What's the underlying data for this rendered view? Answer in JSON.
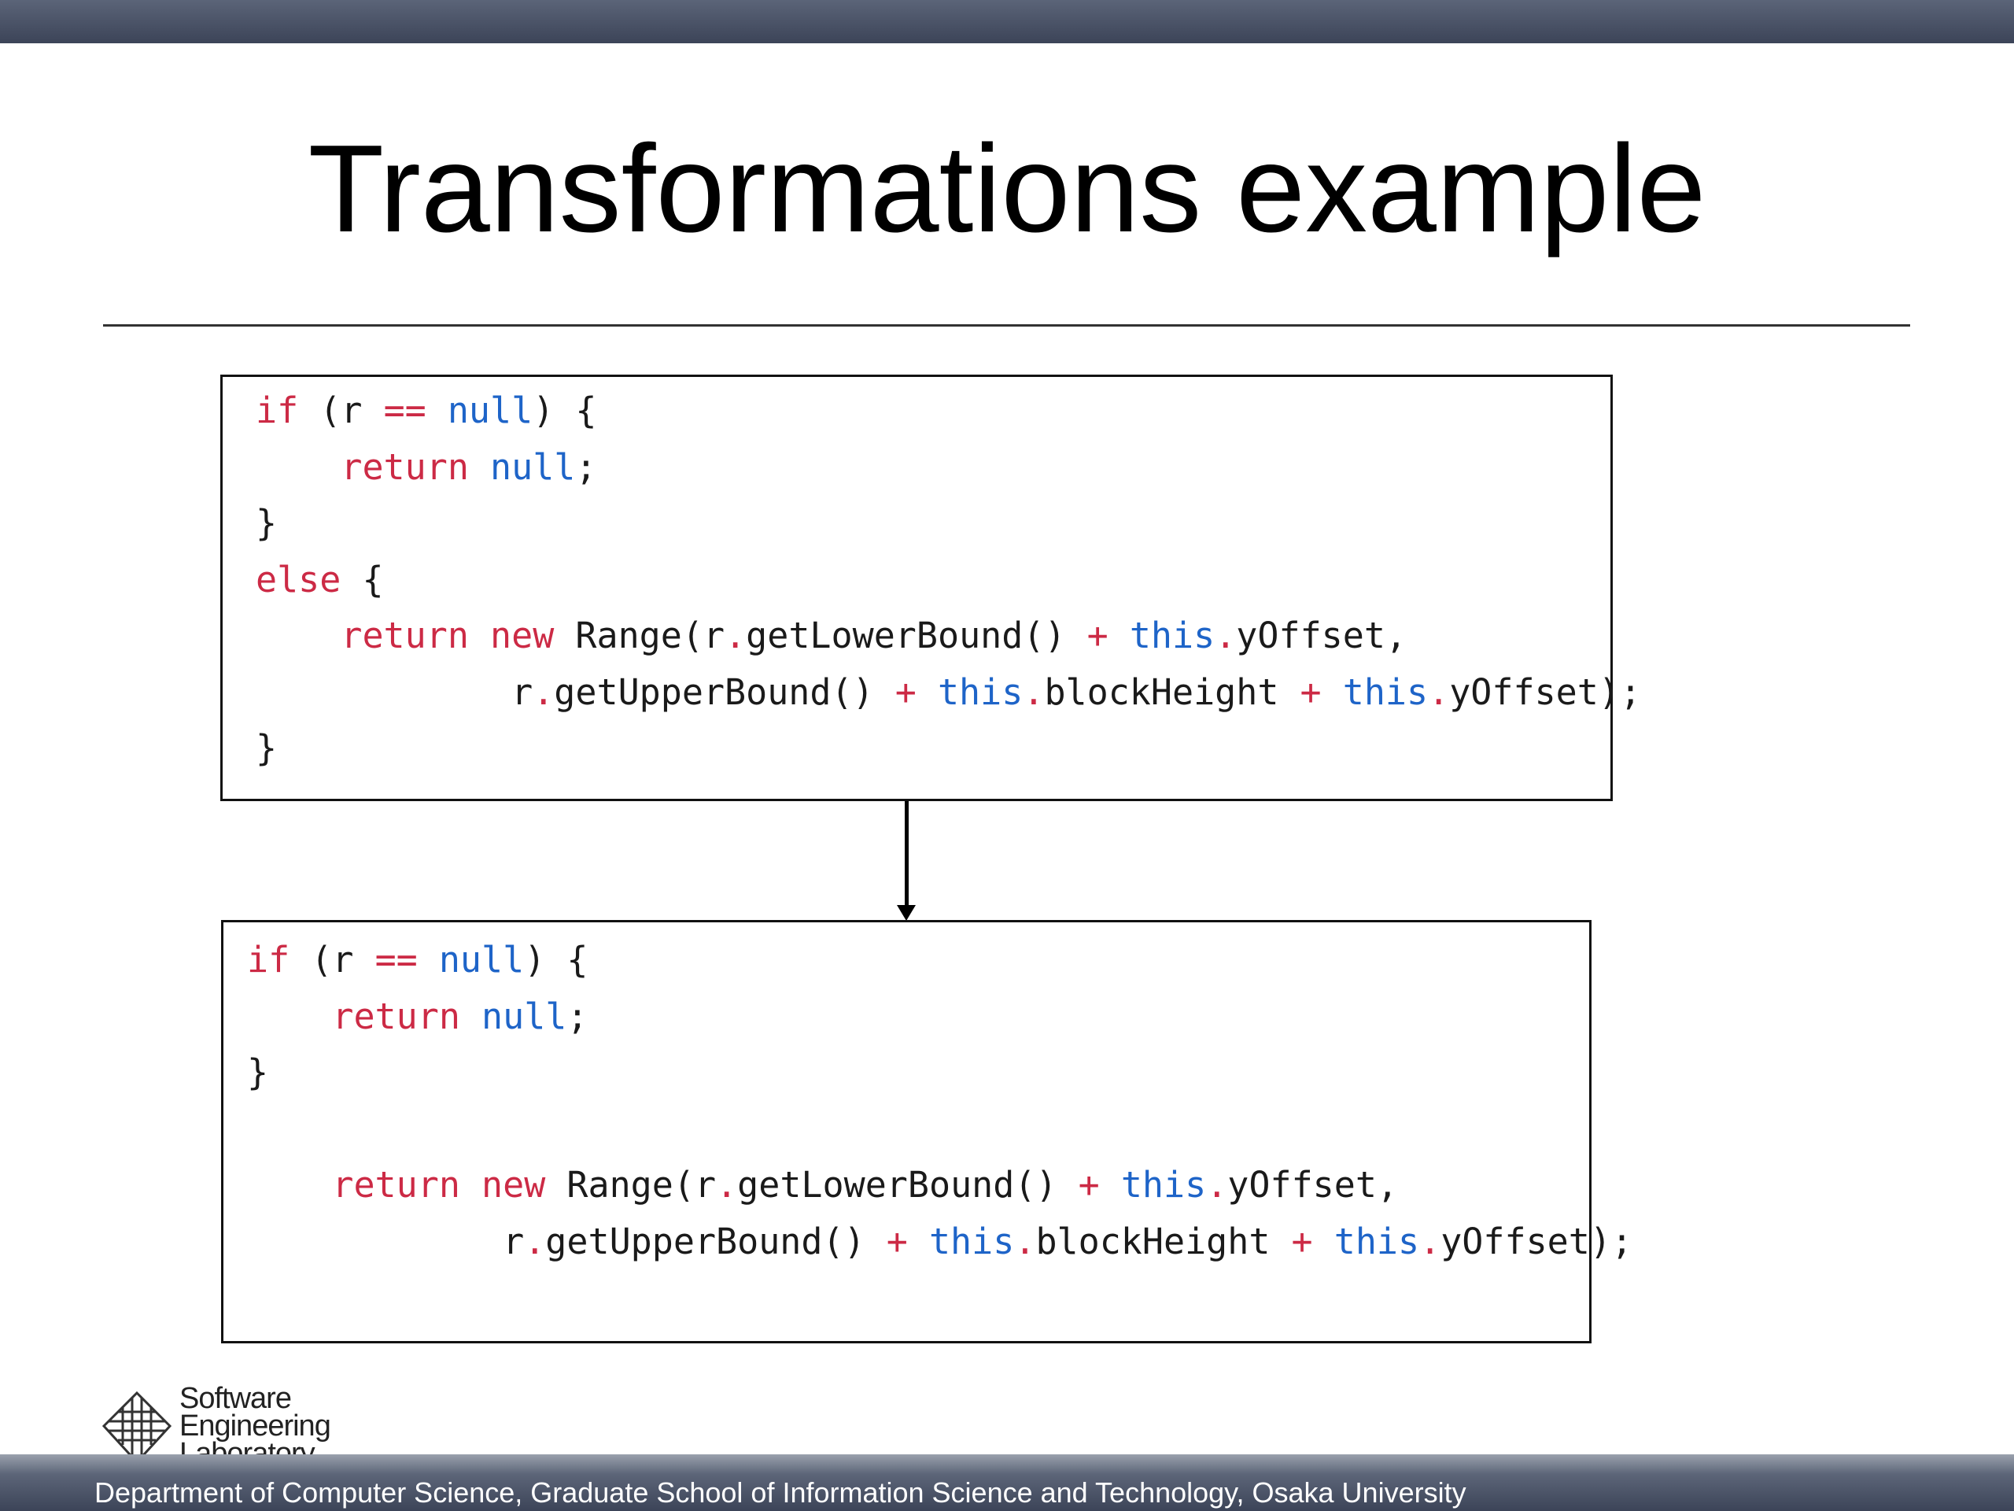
{
  "slide": {
    "title": "Transformations example"
  },
  "code_before": {
    "lines": [
      [
        {
          "t": "if",
          "c": "kw"
        },
        {
          "t": " (r "
        },
        {
          "t": "==",
          "c": "kw"
        },
        {
          "t": " "
        },
        {
          "t": "null",
          "c": "lit"
        },
        {
          "t": ") {"
        }
      ],
      [
        {
          "t": "    "
        },
        {
          "t": "return",
          "c": "kw"
        },
        {
          "t": " "
        },
        {
          "t": "null",
          "c": "lit"
        },
        {
          "t": ";"
        }
      ],
      [
        {
          "t": "}"
        }
      ],
      [
        {
          "t": "else",
          "c": "kw"
        },
        {
          "t": " {"
        }
      ],
      [
        {
          "t": "    "
        },
        {
          "t": "return",
          "c": "kw"
        },
        {
          "t": " "
        },
        {
          "t": "new",
          "c": "kw"
        },
        {
          "t": " Range(r"
        },
        {
          "t": ".",
          "c": "kw"
        },
        {
          "t": "getLowerBound() "
        },
        {
          "t": "+",
          "c": "kw"
        },
        {
          "t": " "
        },
        {
          "t": "this",
          "c": "lit"
        },
        {
          "t": ".",
          "c": "kw"
        },
        {
          "t": "yOffset,"
        }
      ],
      [
        {
          "t": "            r"
        },
        {
          "t": ".",
          "c": "kw"
        },
        {
          "t": "getUpperBound() "
        },
        {
          "t": "+",
          "c": "kw"
        },
        {
          "t": " "
        },
        {
          "t": "this",
          "c": "lit"
        },
        {
          "t": ".",
          "c": "kw"
        },
        {
          "t": "blockHeight "
        },
        {
          "t": "+",
          "c": "kw"
        },
        {
          "t": " "
        },
        {
          "t": "this",
          "c": "lit"
        },
        {
          "t": ".",
          "c": "kw"
        },
        {
          "t": "yOffset);"
        }
      ],
      [
        {
          "t": "}"
        }
      ]
    ]
  },
  "code_after": {
    "lines": [
      [
        {
          "t": "if",
          "c": "kw"
        },
        {
          "t": " (r "
        },
        {
          "t": "==",
          "c": "kw"
        },
        {
          "t": " "
        },
        {
          "t": "null",
          "c": "lit"
        },
        {
          "t": ") {"
        }
      ],
      [
        {
          "t": "    "
        },
        {
          "t": "return",
          "c": "kw"
        },
        {
          "t": " "
        },
        {
          "t": "null",
          "c": "lit"
        },
        {
          "t": ";"
        }
      ],
      [
        {
          "t": "}"
        }
      ],
      [
        {
          "t": ""
        }
      ],
      [
        {
          "t": "    "
        },
        {
          "t": "return",
          "c": "kw"
        },
        {
          "t": " "
        },
        {
          "t": "new",
          "c": "kw"
        },
        {
          "t": " Range(r"
        },
        {
          "t": ".",
          "c": "kw"
        },
        {
          "t": "getLowerBound() "
        },
        {
          "t": "+",
          "c": "kw"
        },
        {
          "t": " "
        },
        {
          "t": "this",
          "c": "lit"
        },
        {
          "t": ".",
          "c": "kw"
        },
        {
          "t": "yOffset,"
        }
      ],
      [
        {
          "t": "            r"
        },
        {
          "t": ".",
          "c": "kw"
        },
        {
          "t": "getUpperBound() "
        },
        {
          "t": "+",
          "c": "kw"
        },
        {
          "t": " "
        },
        {
          "t": "this",
          "c": "lit"
        },
        {
          "t": ".",
          "c": "kw"
        },
        {
          "t": "blockHeight "
        },
        {
          "t": "+",
          "c": "kw"
        },
        {
          "t": " "
        },
        {
          "t": "this",
          "c": "lit"
        },
        {
          "t": ".",
          "c": "kw"
        },
        {
          "t": "yOffset);"
        }
      ]
    ]
  },
  "logo": {
    "line1": "Software",
    "line2": "Engineering",
    "line3": "Laboratory"
  },
  "footer": {
    "text": "Department of Computer Science, Graduate School of Information Science and Technology, Osaka University"
  },
  "colors": {
    "keyword": "#cc2a45",
    "literal": "#1e64c8",
    "bar": "#3c4458"
  },
  "icons": {
    "logo_mark": "software-engineering-lab-logo-icon",
    "transform_arrow": "down-arrow-icon"
  }
}
